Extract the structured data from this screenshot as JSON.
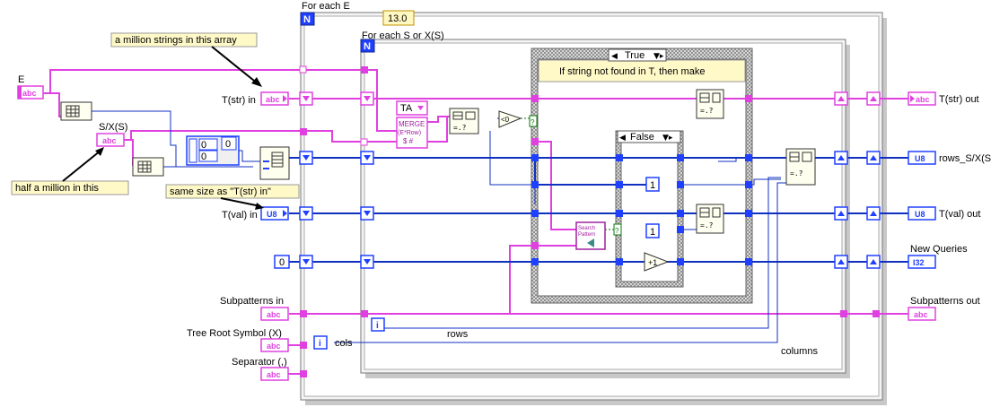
{
  "loops": {
    "outer_label": "For each E",
    "outer_index_glyph": "N",
    "inner_label": "For each S or X(S)",
    "inner_index_glyph": "N",
    "const_13": "13.0"
  },
  "case_outer": {
    "selector": "True",
    "comment": "If string not found in T, then make"
  },
  "case_inner": {
    "selector": "False"
  },
  "controls": {
    "E": "E",
    "T_str_in": "T(str) in",
    "S_X_S": "S/X(S)",
    "T_val_in": "T(val) in",
    "subpatterns_in": "Subpatterns in",
    "tree_root": "Tree Root Symbol (X)",
    "separator": "Separator (,)",
    "cols": "cols",
    "rows": "rows",
    "columns": "columns"
  },
  "indicators": {
    "T_str_out": "T(str) out",
    "rows_S_X_S": "rows_S/X(S",
    "T_val_out": "T(val) out",
    "new_queries": "New Queries",
    "subpatterns_out": "Subpatterns out"
  },
  "annotations": {
    "million": "a million strings in this array",
    "half_million": "half a million in this",
    "same_size": "same size as \"T(str) in\""
  },
  "terminals": {
    "abc": "abc",
    "u8": "U8",
    "i32": "I32",
    "zero": "0",
    "one": "1",
    "plus_one": "+1",
    "lt_zero": "<0",
    "ta": "TA",
    "merge_line1": "MERGE",
    "merge_line2": "(E*Row)",
    "merge_line3": "$ #",
    "search_line1": "Search",
    "search_line2": "Pattern",
    "index_i": "i",
    "question": "?"
  },
  "colors": {
    "string_wire": "#e040e0",
    "numeric_wire": "#1030c0",
    "integer_wire": "#2040ff",
    "note_bg": "#fff9c8"
  }
}
